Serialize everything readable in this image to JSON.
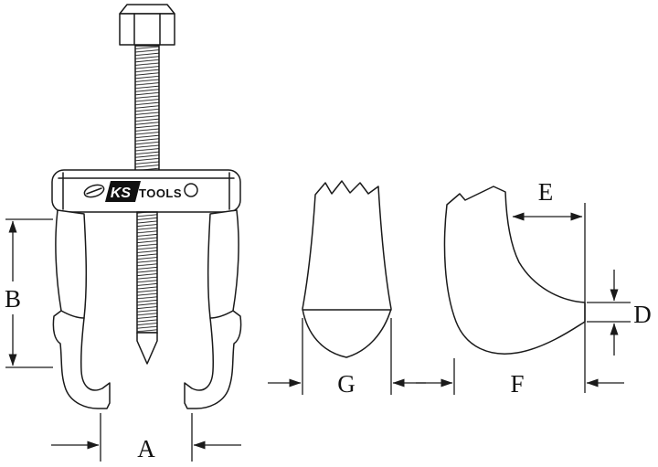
{
  "drawing": {
    "type": "technical-dimension-diagram",
    "subject": "universal two-arm bearing puller with separate jaw views",
    "brand": {
      "ks": "KS",
      "tools": "TOOLS"
    },
    "labels": {
      "a": "A",
      "b": "B",
      "d": "D",
      "e": "E",
      "f": "F",
      "g": "G"
    },
    "colors": {
      "line": "#1a1a1a",
      "background": "#ffffff",
      "logo_bg": "#111111",
      "logo_text": "#ffffff"
    }
  }
}
